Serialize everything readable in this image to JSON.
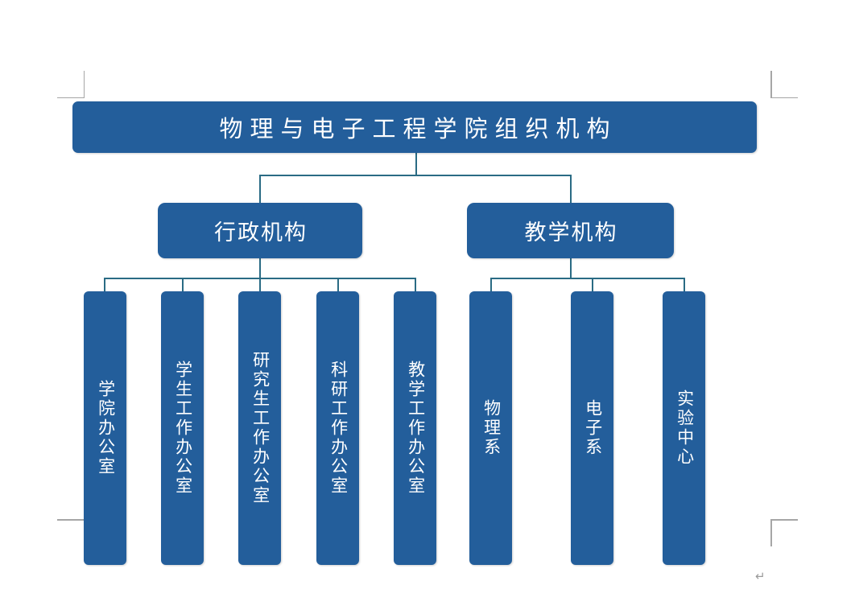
{
  "document": {
    "title": "物理与电子工程学院组织机构",
    "paragraph_mark": "↵",
    "theme": {
      "box_fill": "#235e9b",
      "box_text": "#ffffff",
      "connector": "#2a6b84",
      "crop_mark": "#a6a6a6",
      "page_background": "#ffffff"
    }
  },
  "chart": {
    "root": {
      "label": "物理与电子工程学院组织机构"
    },
    "branches": [
      {
        "id": "admin",
        "label": "行政机构",
        "children": [
          {
            "label": "学院办公室"
          },
          {
            "label": "学生工作办公室"
          },
          {
            "label": "研究生工作办公室"
          },
          {
            "label": "科研工作办公室"
          },
          {
            "label": "教学工作办公室"
          }
        ]
      },
      {
        "id": "teaching",
        "label": "教学机构",
        "children": [
          {
            "label": "物理系"
          },
          {
            "label": "电子系"
          },
          {
            "label": "实验中心"
          }
        ]
      }
    ]
  }
}
